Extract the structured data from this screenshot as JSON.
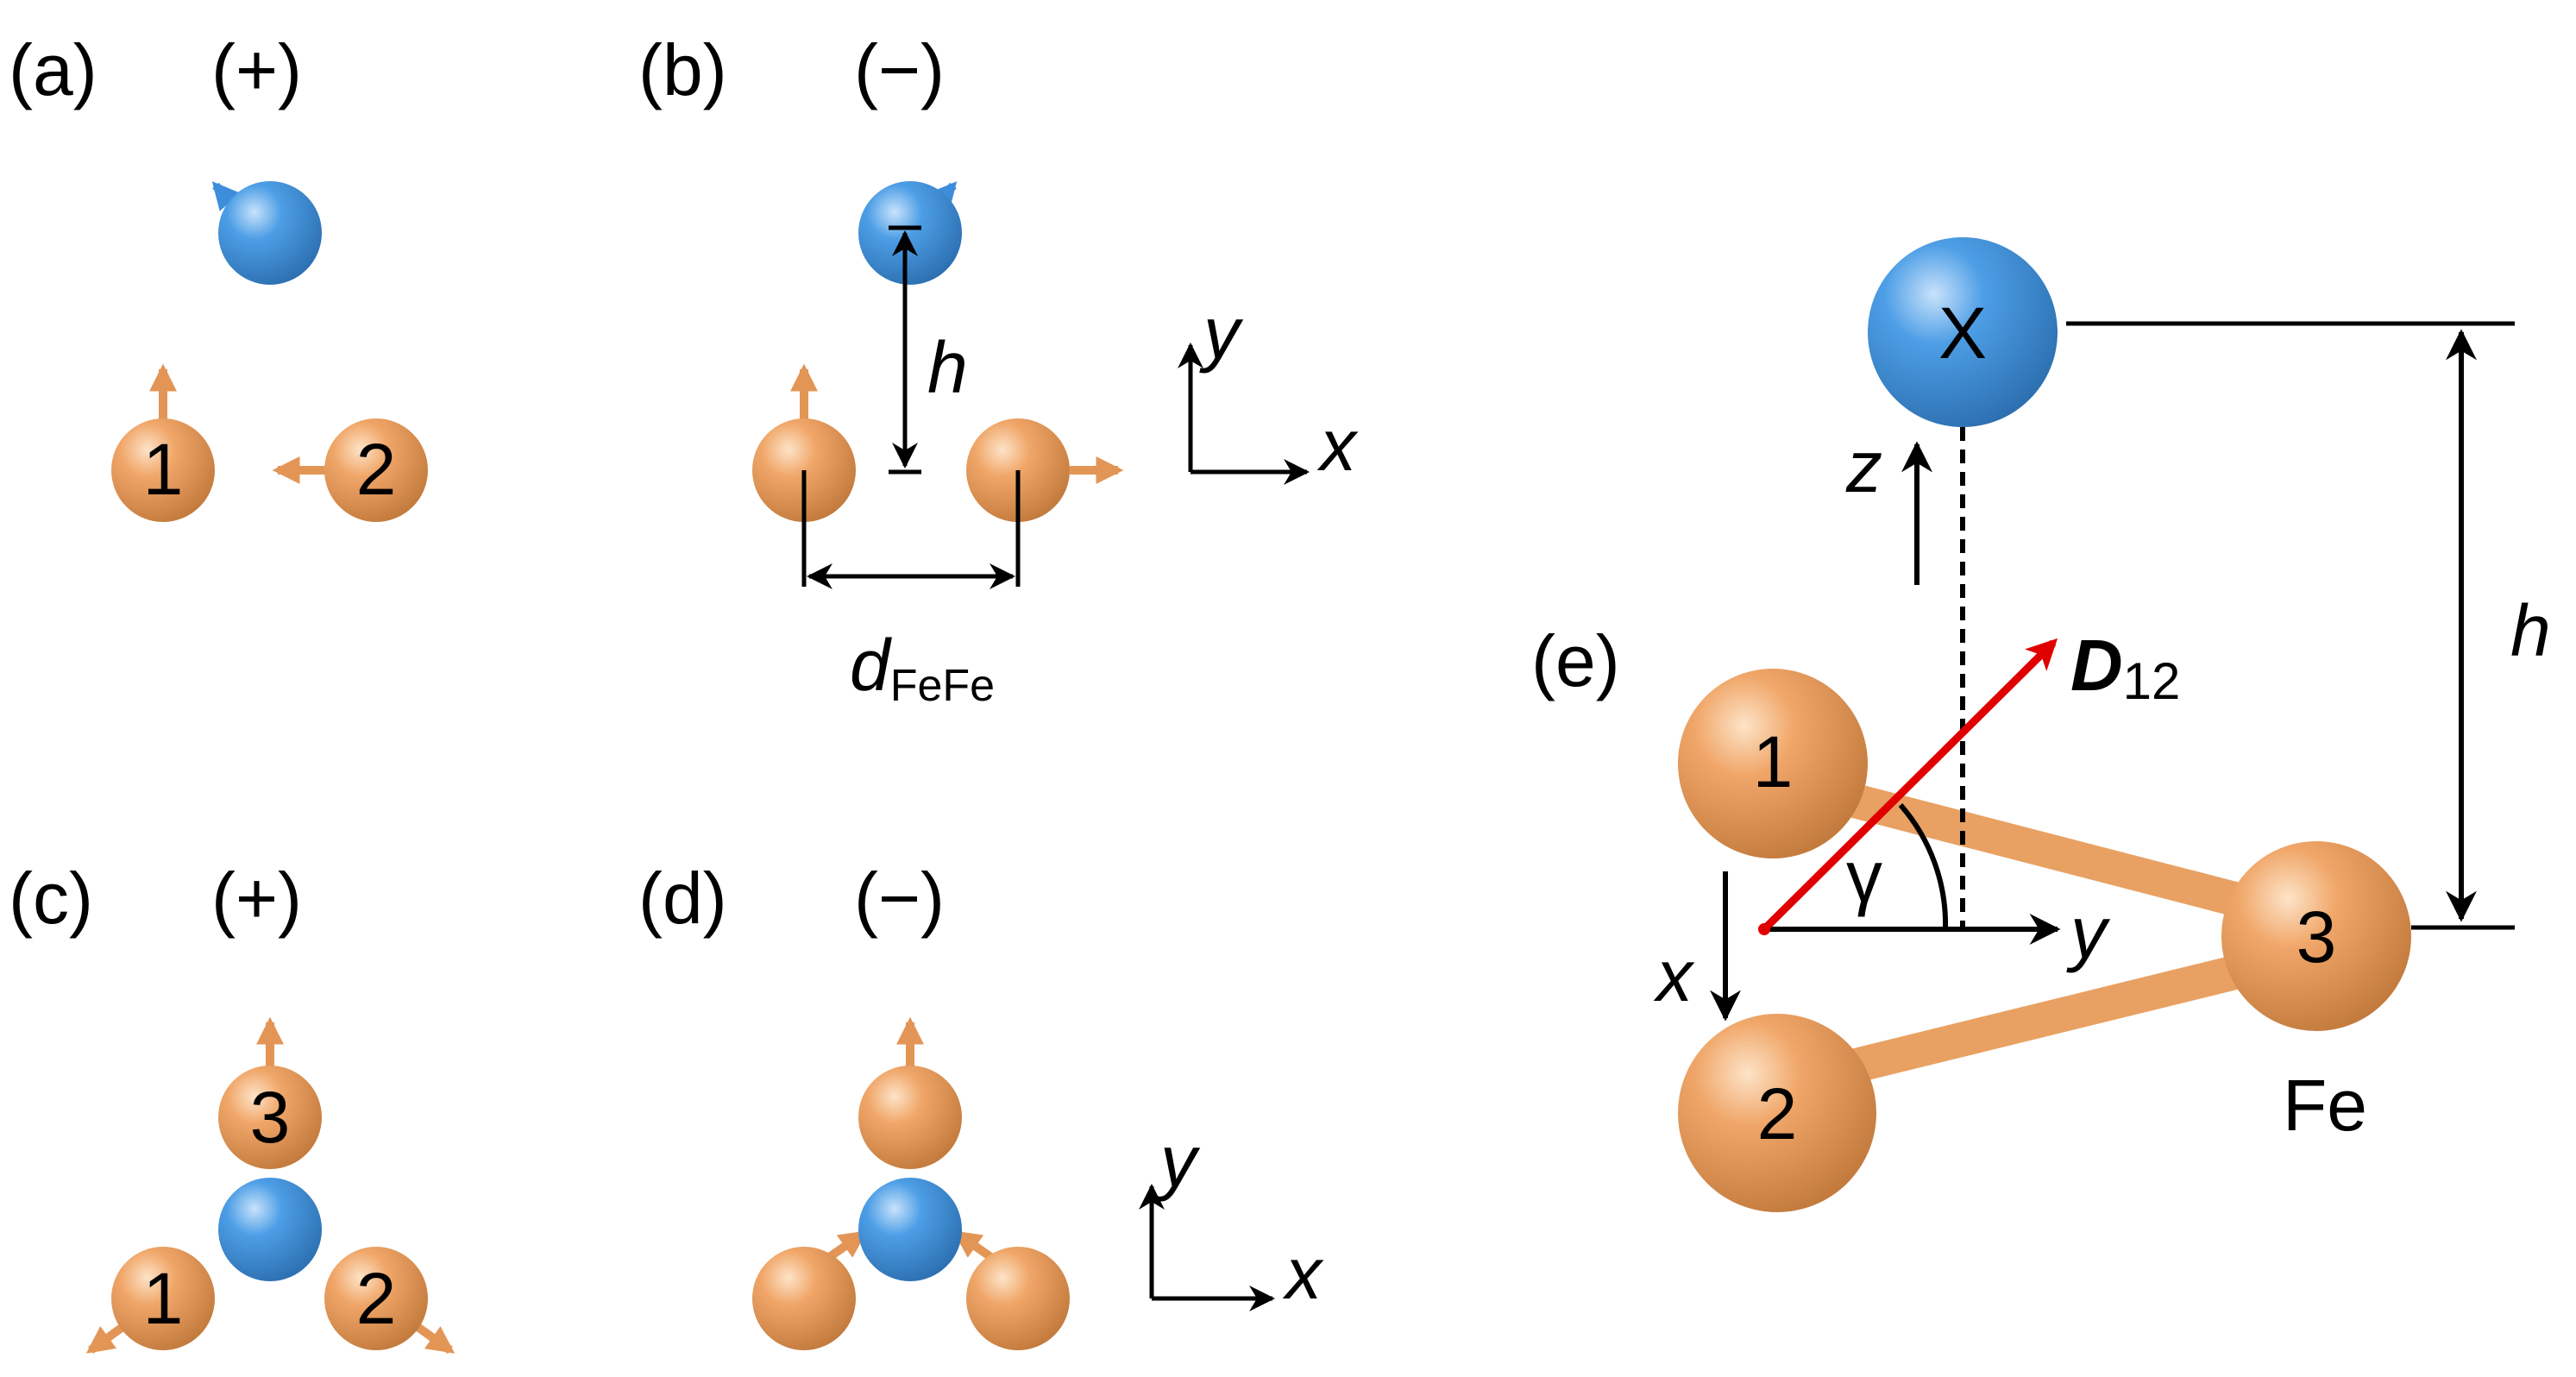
{
  "colors": {
    "fe_atom": "#f0a668",
    "x_atom": "#4d9ee6",
    "d_vector": "#e00000",
    "ink": "#000000"
  },
  "panels": {
    "a": {
      "label": "(a)",
      "sign": "(+)",
      "atom1": "1",
      "atom2": "2"
    },
    "b": {
      "label": "(b)",
      "sign": "(−)",
      "h": "h",
      "d_main": "d",
      "d_sub": "FeFe",
      "axis_x": "x",
      "axis_y": "y"
    },
    "c": {
      "label": "(c)",
      "sign": "(+)",
      "atom1": "1",
      "atom2": "2",
      "atom3": "3"
    },
    "d": {
      "label": "(d)",
      "sign": "(−)",
      "axis_x": "x",
      "axis_y": "y"
    },
    "e": {
      "label": "(e)",
      "x_atom": "X",
      "atom1": "1",
      "atom2": "2",
      "atom3": "3",
      "fe": "Fe",
      "h": "h",
      "z": "z",
      "x": "x",
      "y": "y",
      "gamma": "γ",
      "D_main": "D",
      "D_sub": "12"
    }
  }
}
